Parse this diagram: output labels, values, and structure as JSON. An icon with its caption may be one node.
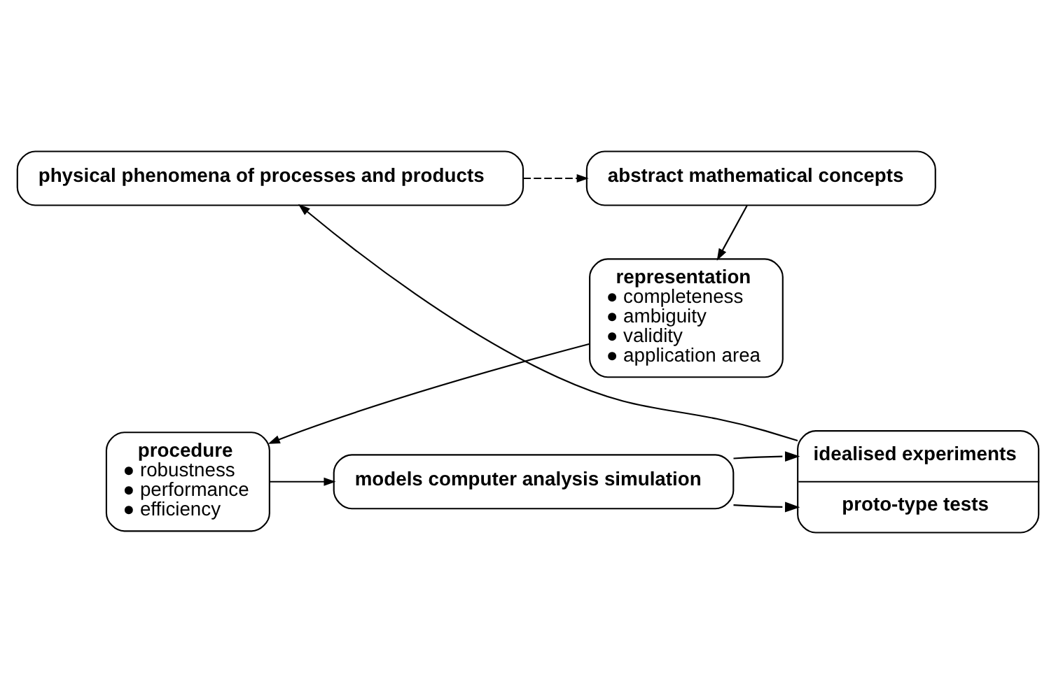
{
  "diagram": {
    "nodes": [
      {
        "text": [
          "physical phenomena of processes and products"
        ]
      },
      {
        "text": [
          "abstract mathematical concepts"
        ]
      },
      {
        "text": [
          "representation",
          "● completeness",
          "● ambiguity",
          "● validity",
          "● application area"
        ]
      },
      {
        "text": [
          "procedure",
          "● robustness",
          "● performance",
          "● efficiency"
        ]
      },
      {
        "text": [
          "models computer analysis simulation"
        ]
      },
      {
        "text": [
          "idealised experiments",
          "proto-type tests"
        ]
      }
    ],
    "edges": [
      {
        "from": 0,
        "to": 1,
        "arrow": "to",
        "style": "dashed"
      },
      {
        "from": 1,
        "to": 2,
        "arrow": "to"
      },
      {
        "from": 2,
        "to": 3,
        "arrow": "to"
      },
      {
        "from": 3,
        "to": 4,
        "arrow": "to"
      },
      {
        "from": 4,
        "to": 5,
        "arrow": "to"
      },
      {
        "from": 4,
        "to": 5,
        "arrow": "to"
      },
      {
        "from": 5,
        "to": 0,
        "arrow": "to"
      }
    ]
  }
}
